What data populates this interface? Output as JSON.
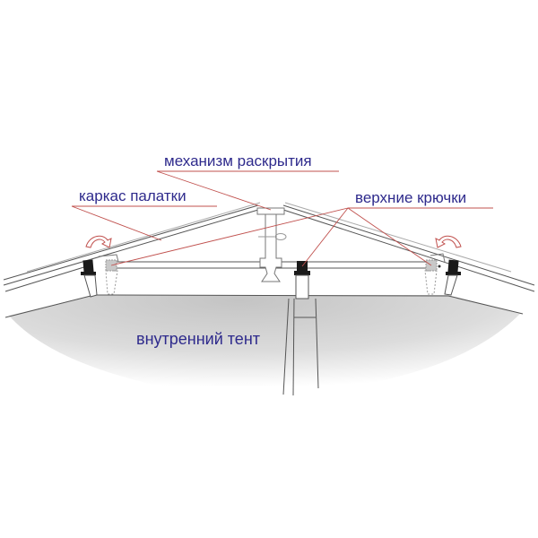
{
  "diagram": {
    "labels": {
      "mechanism": "механизм раскрытия",
      "frame": "каркас палатки",
      "hooks": "верхние крючки",
      "inner_tent": "внутренний тент"
    },
    "colors": {
      "label_text": "#2e2a8c",
      "leader_line": "#c0504d",
      "structure_line": "#555555",
      "inner_tent_fill": "#cfcfcf",
      "hook_block": "#1a1a1a"
    }
  }
}
